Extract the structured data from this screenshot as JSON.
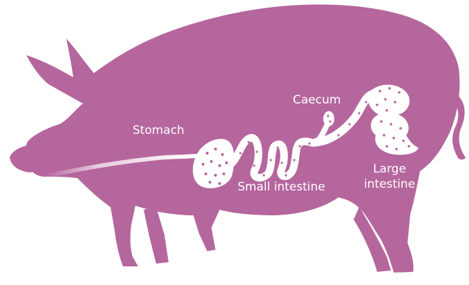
{
  "colors": {
    "pig": "#b5669d",
    "organ": "#ffffff",
    "dots": "#b5669d",
    "background": "#ffffff"
  },
  "labels": {
    "stomach": "Stomach",
    "caecum": "Caecum",
    "small_intestine": "Small intestine",
    "large_intestine_line1": "Large",
    "large_intestine_line2": "intestine"
  }
}
